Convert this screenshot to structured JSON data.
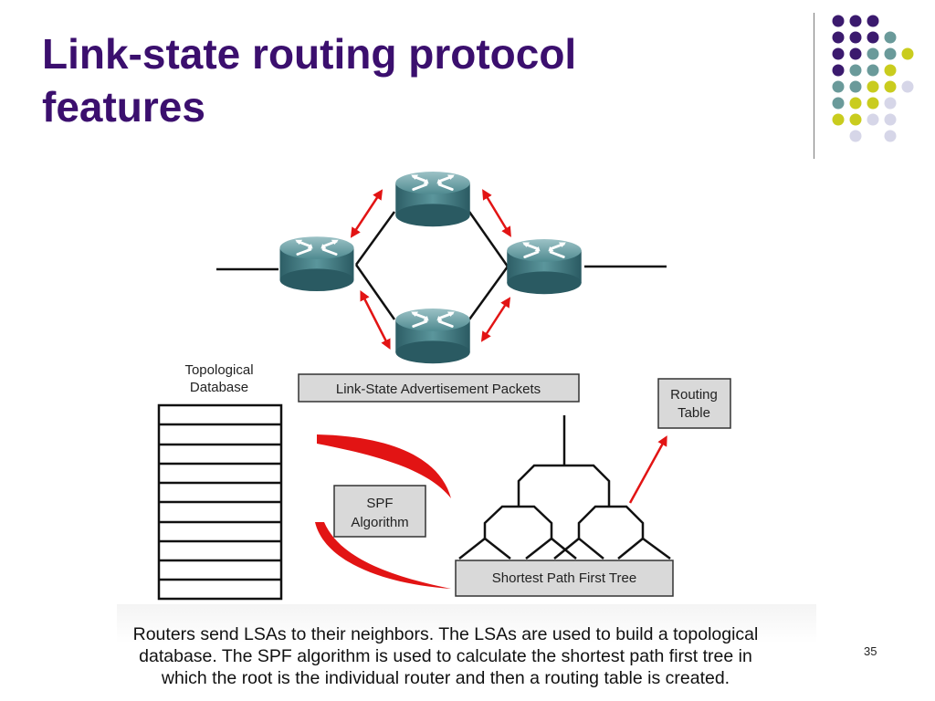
{
  "slide": {
    "title_line1": "Link-state routing protocol",
    "title_line2": "features",
    "page_number": "35"
  },
  "diagram": {
    "topological_db_line1": "Topological",
    "topological_db_line2": "Database",
    "lsa_packets_label": "Link-State Advertisement Packets",
    "spf_line1": "SPF",
    "spf_line2": "Algorithm",
    "routing_table_line1": "Routing",
    "routing_table_line2": "Table",
    "spf_tree_label": "Shortest Path First Tree"
  },
  "caption": {
    "line1": "Routers send LSAs to their neighbors. The LSAs are used to build a topological",
    "line2": "database. The SPF algorithm is used to calculate the shortest path first tree in",
    "line3": "which the root is the individual router and then a routing table is created."
  },
  "colors": {
    "title": "#3b0f6e",
    "accent_purple": "#3b1a6e",
    "accent_teal": "#6a9a9a",
    "accent_yellow": "#c9cc1e",
    "accent_lavender": "#d6d6e8",
    "arrow_red": "#e21414",
    "router_body": "#3f7a82"
  },
  "icons": [
    "router-icon",
    "bidirectional-arrow-icon",
    "red-curved-arrow-icon"
  ]
}
